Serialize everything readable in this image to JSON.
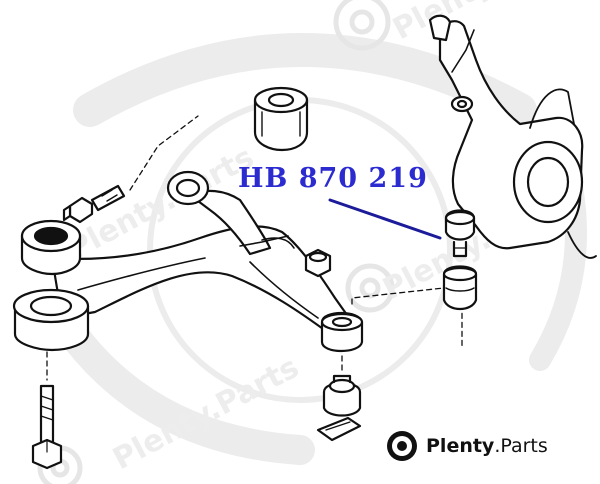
{
  "diagram": {
    "part_number": "HB 870 219",
    "colors": {
      "label": "#2b2bd0",
      "leader": "#1c1c9a",
      "line": "#111111",
      "watermark": "#ececec"
    }
  },
  "brand": {
    "name": "Plenty",
    "suffix": ".Parts",
    "icon": "gear-wheel-icon"
  },
  "watermark": {
    "text": "Plenty.Parts",
    "icon": "gear-wheel-icon"
  }
}
